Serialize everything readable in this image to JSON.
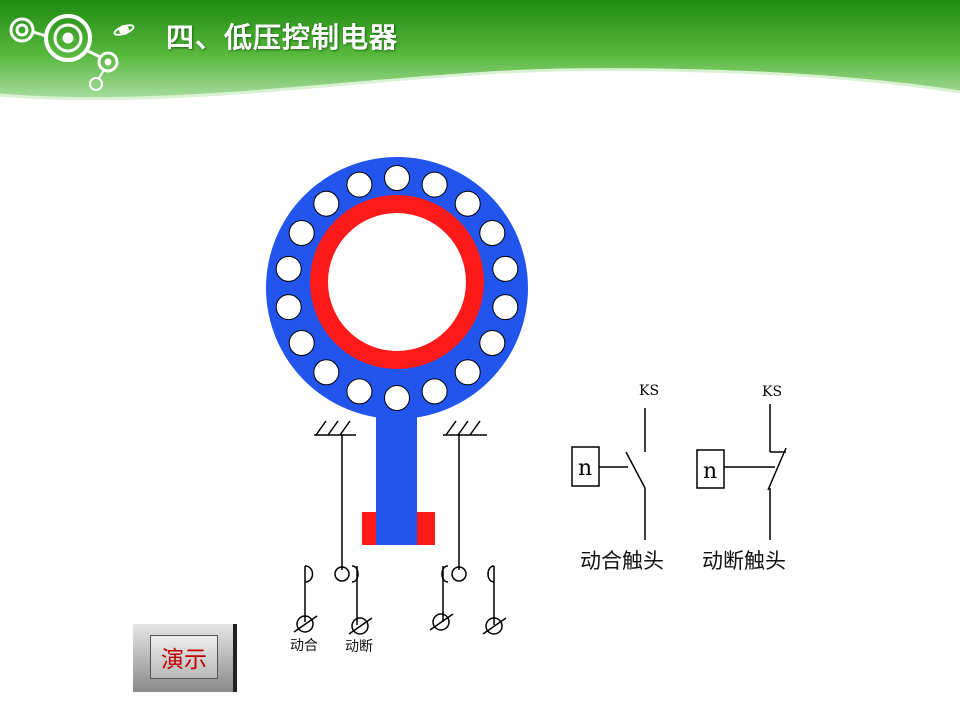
{
  "slide": {
    "title": "四、低压控制电器"
  },
  "colors": {
    "header_green": "#2f9e1a",
    "relay_blue": "#2255ee",
    "coil_red": "#ff1a1a"
  },
  "diagram": {
    "symbol_make": {
      "tag": "KS",
      "coil_letter": "n",
      "caption": "动合触头"
    },
    "symbol_break": {
      "tag": "KS",
      "coil_letter": "n",
      "caption": "动断触头"
    },
    "contact_labels": {
      "make": "动合",
      "break": "动断"
    }
  },
  "demo_button": {
    "label": "演示"
  }
}
